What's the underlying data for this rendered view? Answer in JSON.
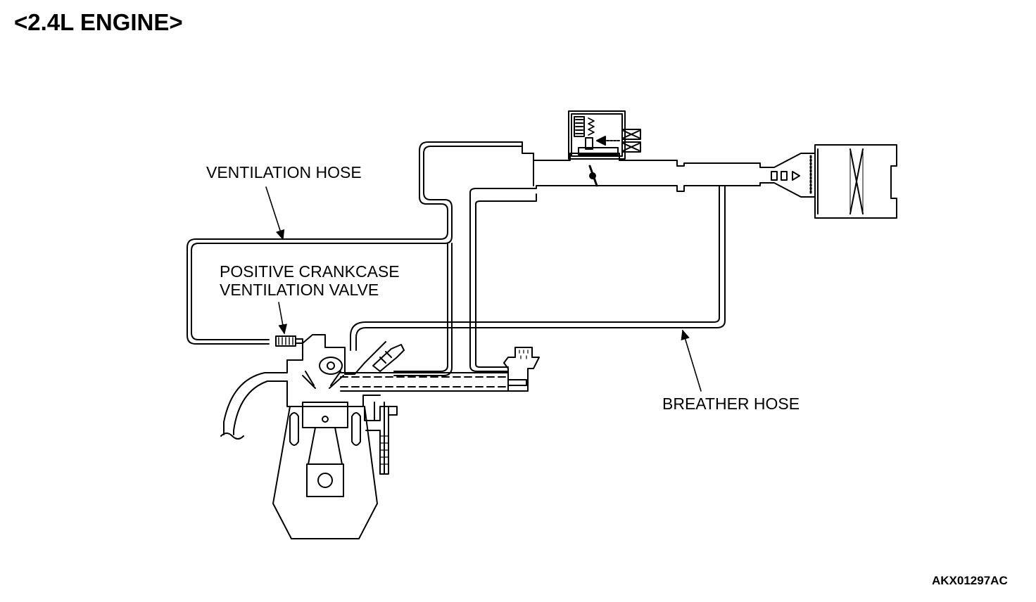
{
  "title": "<2.4L ENGINE>",
  "labels": {
    "ventilation_hose": "VENTILATION HOSE",
    "pcv_valve_line1": "POSITIVE CRANKCASE",
    "pcv_valve_line2": "VENTILATION VALVE",
    "breather_hose": "BREATHER HOSE"
  },
  "figure_id": "AKX01297AC",
  "colors": {
    "line": "#000000",
    "background": "#ffffff"
  }
}
